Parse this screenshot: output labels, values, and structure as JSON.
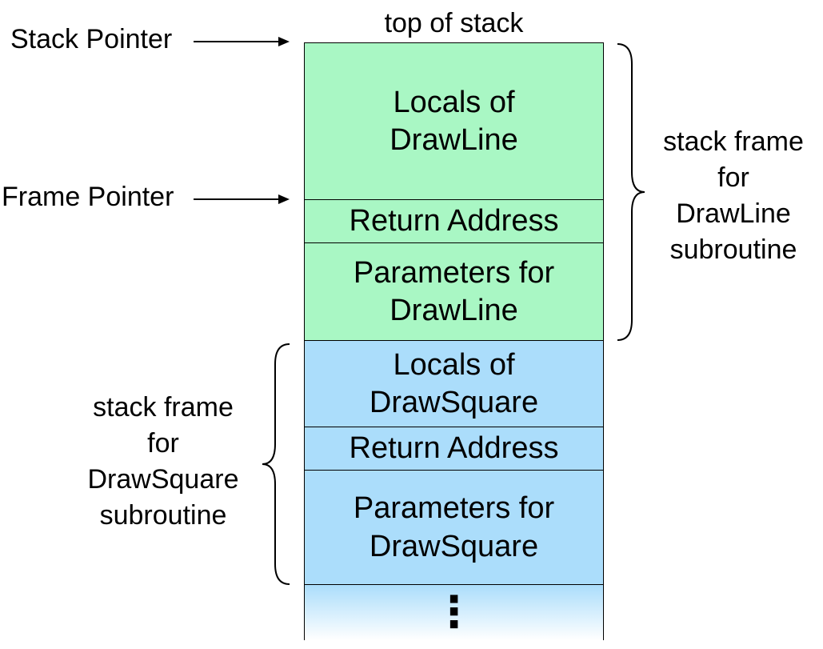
{
  "top_label": "top of stack",
  "stack_pointer": "Stack Pointer",
  "frame_pointer": "Frame Pointer",
  "drawline_frame": {
    "locals": [
      "Locals of",
      "DrawLine"
    ],
    "return_address": "Return Address",
    "parameters": [
      "Parameters for",
      "DrawLine"
    ],
    "caption": [
      "stack frame",
      "for",
      "DrawLine",
      "subroutine"
    ]
  },
  "drawsquare_frame": {
    "locals": [
      "Locals of",
      "DrawSquare"
    ],
    "return_address": "Return Address",
    "parameters": [
      "Parameters for",
      "DrawSquare"
    ],
    "caption": [
      "stack frame",
      "for",
      "DrawSquare",
      "subroutine"
    ]
  },
  "continuation": "⋮",
  "colors": {
    "drawline": "#a9f7c4",
    "drawsquare": "#abddfb"
  }
}
